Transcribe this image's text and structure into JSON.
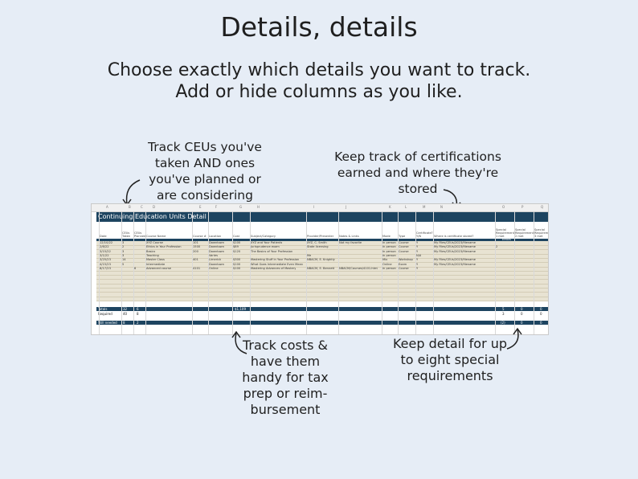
{
  "title": "Details, details",
  "subtitle_lines": [
    "Choose exactly which details you want to track.",
    "Add or hide columns as you like."
  ],
  "callouts": {
    "ceus": [
      "Track CEUs you've",
      "taken AND ones",
      "you've planned or",
      "are considering"
    ],
    "certs": [
      "Keep track of certifications",
      "earned and where they're",
      "stored"
    ],
    "costs": [
      "Track costs &",
      "have them",
      "handy for tax",
      "prep or reim-",
      "bursement"
    ],
    "special": [
      "Keep detail for up",
      "to eight special",
      "requirements"
    ]
  },
  "sheet": {
    "banner": "Continuing Education Units Detail",
    "col_letters": [
      "A",
      "B",
      "C",
      "D",
      "E",
      "F",
      "G",
      "H",
      "I",
      "J",
      "K",
      "L",
      "M",
      "N",
      "O",
      "P",
      "Q"
    ],
    "headers": [
      "Date",
      "CEUs Taken",
      "CEUs Planned",
      "Course Name",
      "Course #",
      "Location",
      "Cost",
      "Subject/Category",
      "Provider/Presenter",
      "Notes & Links",
      "Mode",
      "Type",
      "Certificate? Y/N",
      "Where is certificate stored?",
      "Special Requirement 1 met",
      "Special Requirement 2 met",
      "Special Requirement 3 met"
    ],
    "filter_label": "Ethics",
    "rows": [
      [
        "12/10/22",
        "3",
        "",
        "XYZ Course",
        "101",
        "Downtown",
        "$100",
        "XYZ and Your Patients",
        "XYZ, C. Smith",
        "Not my favorite",
        "In person",
        "Course",
        "Y",
        "My Files/CEUs/2023/filename",
        "",
        "",
        ""
      ],
      [
        "2/6/22",
        "2",
        "",
        "Ethics in Your Profession",
        "1500",
        "Downtown",
        "$89",
        "Jurisprudence exam",
        "State licensing",
        "",
        "In person",
        "Course",
        "Y",
        "My Files/CEUs/2023/filename",
        "2",
        "",
        ""
      ],
      [
        "3/15/22",
        "3",
        "",
        "Basics",
        "200",
        "Downtown",
        "$120",
        "The Basics of Your Profession",
        "",
        "",
        "In person",
        "Course",
        "Y",
        "My Files/CEUs/2023/filename",
        "",
        "",
        ""
      ],
      [
        "3/1/22",
        "3",
        "",
        "Teaching",
        "",
        "Varies",
        "",
        "",
        "Me",
        "",
        "In person",
        "",
        "N/A",
        "",
        "",
        "",
        ""
      ],
      [
        "3/25/23",
        "14",
        "",
        "Master Class",
        "401",
        "Limerick",
        "$300",
        "Mastering Stuff in Your Profession",
        "NBACM, E. Knightly",
        "",
        "Mix",
        "Workshop",
        "Y",
        "My Files/CEUs/2023/filename",
        "",
        "",
        ""
      ],
      [
        "4/15/23",
        "5",
        "",
        "Intermediate",
        "",
        "Downtown",
        "$100",
        "What Goes Intermediate Even Mean",
        "",
        "",
        "Online",
        "Exam",
        "Y",
        "My Files/CEUs/2023/filename",
        "",
        "",
        ""
      ],
      [
        "8/17/23",
        "",
        "6",
        "Advanced course",
        "4101",
        "Online",
        "$100",
        "Mastering Advances of Mastery",
        "NBACM, E. Bennett",
        "NBACM/Courses/4101.html",
        "In person",
        "Course",
        "Y",
        "",
        "",
        "",
        ""
      ]
    ],
    "totals": {
      "label": "Totals",
      "taken": "32",
      "planned": "6",
      "cost": "$1,109",
      "req1": "5",
      "req2": "0",
      "req3": "0"
    },
    "required": {
      "label": "Required",
      "taken": "40",
      "planned": "8",
      "req1": "3",
      "req2": "0",
      "req3": "0"
    },
    "still_needed": {
      "label": "Still needed",
      "taken": "8",
      "planned": "2",
      "req1": "(2)",
      "req2": "0",
      "req3": "0"
    }
  }
}
